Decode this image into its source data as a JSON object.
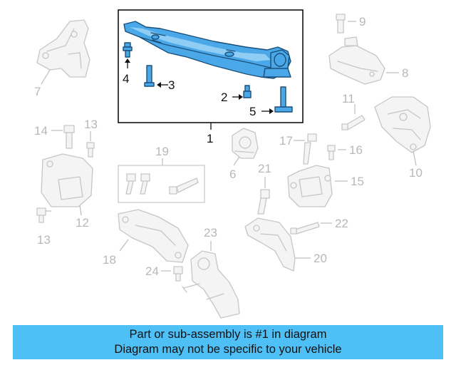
{
  "callouts": {
    "c1": "1",
    "c2": "2",
    "c3": "3",
    "c4": "4",
    "c5": "5",
    "c6": "6",
    "c7": "7",
    "c8": "8",
    "c9": "9",
    "c10": "10",
    "c11": "11",
    "c12": "12",
    "c13a": "13",
    "c13b": "13",
    "c14": "14",
    "c15": "15",
    "c16": "16",
    "c17": "17",
    "c18": "18",
    "c19": "19",
    "c20": "20",
    "c21": "21",
    "c22": "22",
    "c23": "23",
    "c24": "24"
  },
  "colors": {
    "highlight_part": "#4aa8e8",
    "footer_background": "#4fc0f6",
    "ghost_part": "#c6c6c6"
  },
  "footer": {
    "line1": "Part or sub-assembly is #1 in diagram",
    "line2": "Diagram may not be specific to your vehicle"
  }
}
